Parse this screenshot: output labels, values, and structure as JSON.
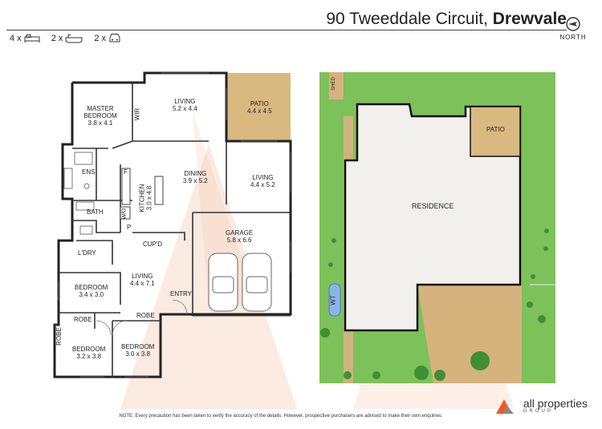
{
  "header": {
    "address_street": "90 Tweeddale Circuit,",
    "address_suburb": "Drewvale",
    "north_label": "NORTH"
  },
  "features": [
    {
      "count": "4 x",
      "icon": "bed-icon"
    },
    {
      "count": "2 x",
      "icon": "bath-icon"
    },
    {
      "count": "2 x",
      "icon": "car-icon"
    }
  ],
  "rooms": {
    "master": {
      "name": "MASTER BEDROOM",
      "size": "3.8 x 4.1"
    },
    "wir": "WIR",
    "living1": {
      "name": "LIVING",
      "size": "5.2 x 4.4"
    },
    "patio": {
      "name": "PATIO",
      "size": "4.4 x 4.5"
    },
    "ens": "ENS",
    "f": "F",
    "dining": {
      "name": "DINING",
      "size": "3.9 x 5.2"
    },
    "living2": {
      "name": "LIVING",
      "size": "4.4 x 5.2"
    },
    "kitchen": {
      "name": "KITCHEN",
      "size": "3.0 x 4.8"
    },
    "wo": "W/O",
    "bath": "BATH",
    "p": "P",
    "cupd": "CUP'D",
    "garage": {
      "name": "GARAGE",
      "size": "5.8 x 6.6"
    },
    "ldry": "L'DRY",
    "living3": {
      "name": "LIVING",
      "size": "4.4 x 7.1"
    },
    "bed2": {
      "name": "BEDROOM",
      "size": "3.4 x 3.0"
    },
    "entry": "ENTRY",
    "robe1": "ROBE",
    "robe2": "ROBE",
    "robe3": "ROBE",
    "bed3": {
      "name": "BEDROOM",
      "size": "3.2 x 3.8"
    },
    "bed4": {
      "name": "BEDROOM",
      "size": "3.0 x 3.8"
    }
  },
  "site": {
    "shed": "SHED",
    "patio": "PATIO",
    "residence": "RESIDENCE",
    "wt": "WT"
  },
  "colors": {
    "patio": "#d9b97f",
    "lawn": "#7dc15a",
    "driveway": "#d6b27d",
    "watermark": "#f2c2a6",
    "logo_orange": "#f05a28"
  },
  "footer": {
    "note": "NOTE: Every precaution has been taken to verify the accuracy of the details. However, prospective purchasers are advised to make their own enquiries.",
    "logo_name": "all properties",
    "logo_group": "GROUP"
  }
}
